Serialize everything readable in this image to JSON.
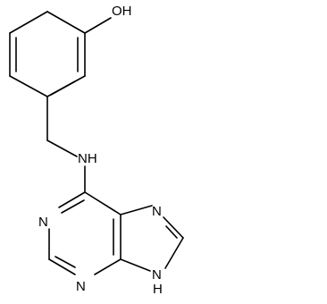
{
  "atom_labels": {
    "hydroxyl": "OH",
    "amine": "NH",
    "n1": "N",
    "n3": "N",
    "n7": "N",
    "n9_n": "N",
    "n9_h": "H"
  }
}
